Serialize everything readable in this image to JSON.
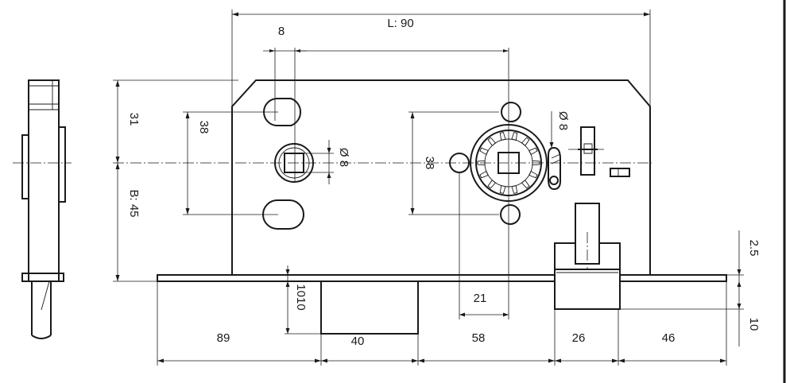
{
  "dimensions": {
    "length": "L: 90",
    "backset": "B: 45",
    "top_offset": "31",
    "slot_width": "8",
    "slot_spacing_left": "38",
    "slot_spacing_right": "38",
    "spindle_left": "Ø 8",
    "spindle_right": "Ø 8",
    "left_margin": "89",
    "latch_width": "40",
    "center_spacing": "58",
    "cylinder_offset": "21",
    "bolt_width": "26",
    "right_margin": "46",
    "faceplate_thickness": "2.5",
    "bolt_projection": "10",
    "latch_projection": "1010"
  }
}
